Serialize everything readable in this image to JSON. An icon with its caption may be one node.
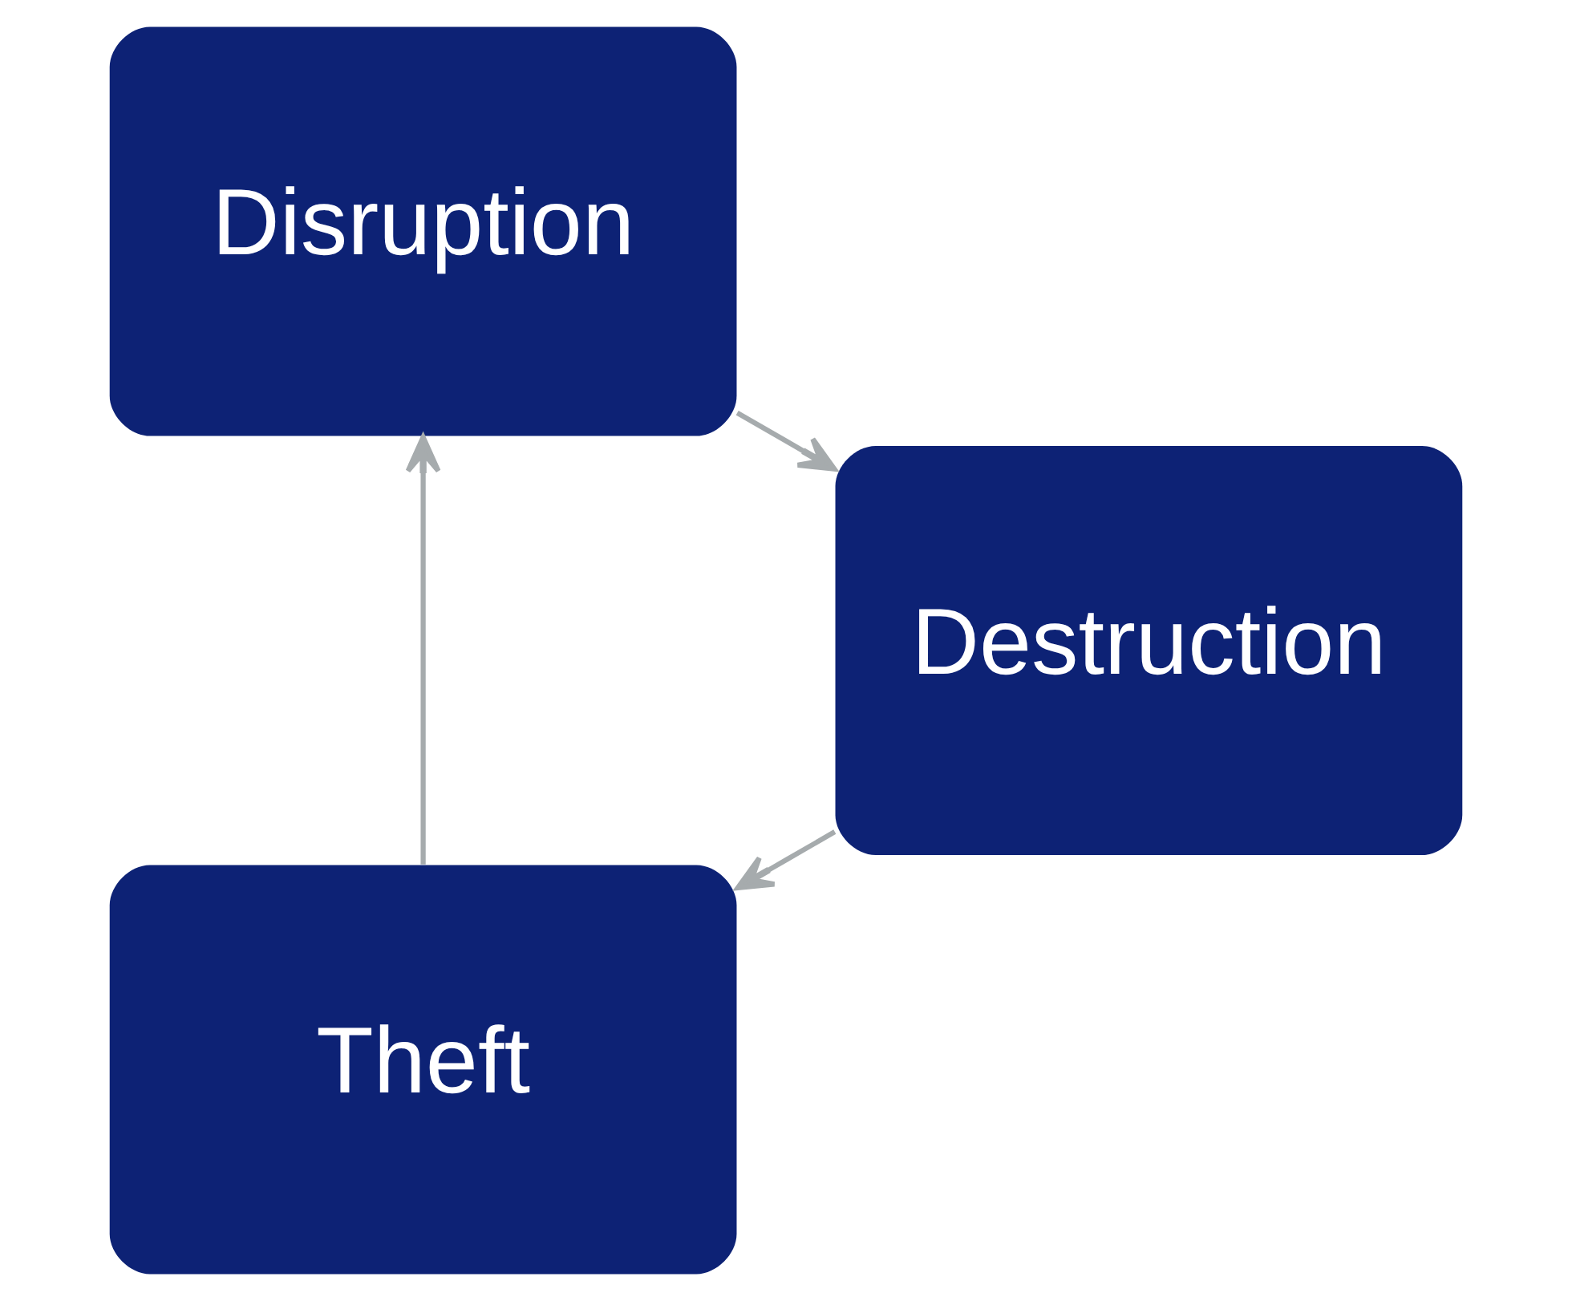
{
  "diagram": {
    "nodes": [
      {
        "text": [
          "Theft"
        ]
      },
      {
        "text": [
          "Disruption"
        ]
      },
      {
        "text": [
          "Destruction"
        ]
      }
    ],
    "edges": [
      {
        "from": 0,
        "to": 1,
        "arrow": "to"
      },
      {
        "from": 1,
        "to": 2,
        "arrow": "to"
      },
      {
        "from": 2,
        "to": 0,
        "arrow": "to"
      }
    ]
  }
}
